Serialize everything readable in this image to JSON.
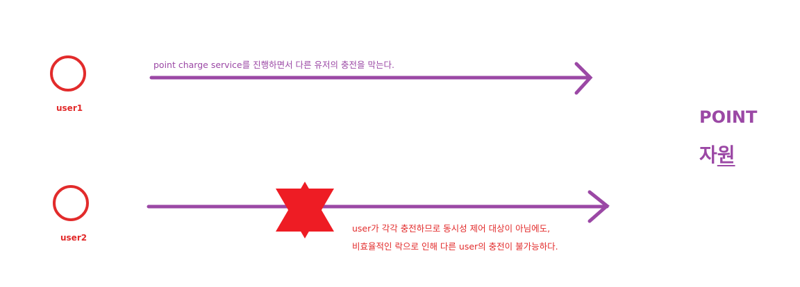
{
  "colors": {
    "user": "#e22b2b",
    "arrow": "#9b48a5",
    "conflict": "#ee1c24",
    "resource": "#9b48a5"
  },
  "users": [
    {
      "label": "user1"
    },
    {
      "label": "user2"
    }
  ],
  "lanes": [
    {
      "caption": "point charge service를 진행하면서 다른 유저의 충전을 막는다."
    },
    {
      "caption_lines": [
        "user가 각각 충전하므로 동시성 제어 대상이 아님에도,",
        "비효율적인 락으로 인해 다른 user의 충전이 불가능하다."
      ]
    }
  ],
  "resource": {
    "title": "POINT",
    "subtitle_first": "자",
    "subtitle_rest": "원"
  },
  "icons": {
    "user": "circle-icon",
    "conflict": "star-icon"
  }
}
